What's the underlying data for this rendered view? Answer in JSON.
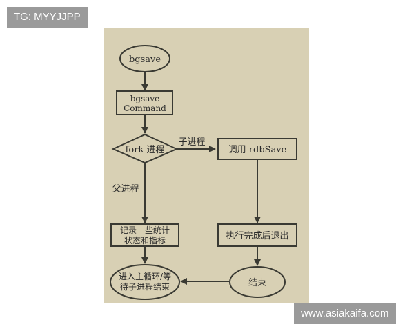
{
  "watermarks": {
    "top": "TG: MYYJJPP",
    "bottom": "www.asiakaifa.com"
  },
  "diagram": {
    "nodes": {
      "start": "bgsave",
      "command_line1": "bgsave",
      "command_line2": "Command",
      "decision": "fork 进程",
      "child_call": "调用 rdbSave",
      "record_line1": "记录一些统计",
      "record_line2": "状态和指标",
      "child_done": "执行完成后退出",
      "main_loop_line1": "进入主循环/等",
      "main_loop_line2": "待子进程结束",
      "end": "结束"
    },
    "edges": {
      "to_child": "子进程",
      "to_parent": "父进程"
    }
  }
}
